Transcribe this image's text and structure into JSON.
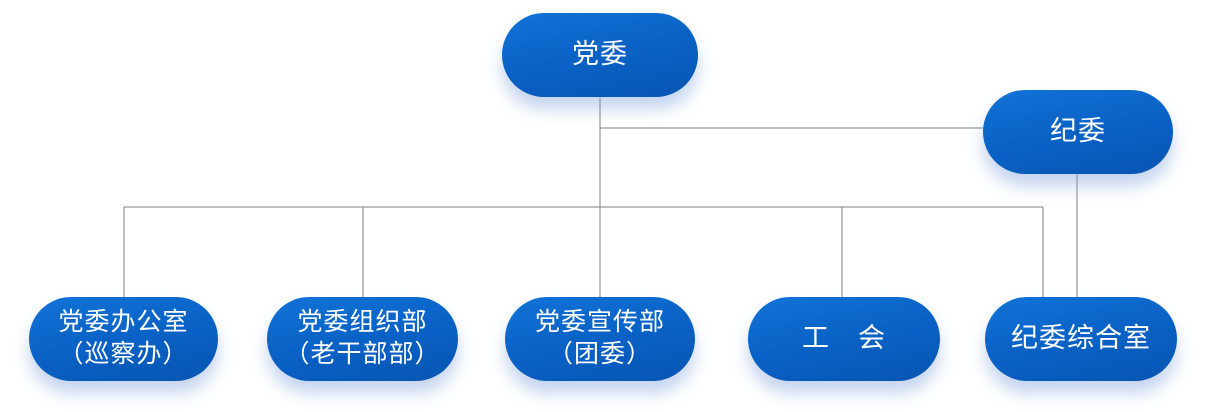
{
  "chart": {
    "type": "org-chart",
    "nodes": {
      "dangwei": {
        "label": "党委"
      },
      "jiwei": {
        "label": "纪委"
      },
      "dangwei_bangongshi": {
        "line1": "党委办公室",
        "line2": "（巡察办）"
      },
      "dangwei_zuzhibu": {
        "line1": "党委组织部",
        "line2": "（老干部部）"
      },
      "dangwei_xuanchuanbu": {
        "line1": "党委宣传部",
        "line2": "（团委）"
      },
      "gonghui": {
        "label": "工　会"
      },
      "jiwei_zongheshi": {
        "label": "纪委综合室"
      }
    },
    "edges": [
      {
        "from": "党委",
        "to": "纪委"
      },
      {
        "from": "党委",
        "to": "党委办公室（巡察办）"
      },
      {
        "from": "党委",
        "to": "党委组织部（老干部部）"
      },
      {
        "from": "党委",
        "to": "党委宣传部（团委）"
      },
      {
        "from": "党委",
        "to": "工　会"
      },
      {
        "from": "党委",
        "to": "纪委综合室"
      },
      {
        "from": "纪委",
        "to": "纪委综合室"
      }
    ],
    "colors": {
      "node_fill": "#0a62c6",
      "node_fill_light": "#1273d8",
      "node_fill_dark": "#0755b2",
      "node_text": "#ffffff",
      "connector": "#7f7f7f",
      "background": "#ffffff"
    }
  }
}
